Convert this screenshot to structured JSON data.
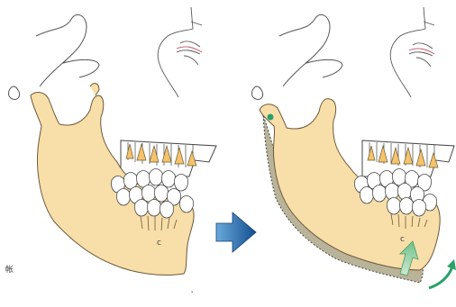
{
  "figure": {
    "corner_mark": "帐",
    "bottom_mark": "'",
    "tooth_mark_left": "c",
    "tooth_mark_right": "c",
    "colors": {
      "bone": "#f8dea8",
      "bone_outline": "#6b5a3a",
      "crown": "#f4c36a",
      "enamel": "#ffffff",
      "shadow": "#b9b39a",
      "transition_arrow": "#1d5f9e",
      "up_arrow": "#8fcfa0",
      "rotation_arrow": "#2aa06a",
      "pivot_dot": "#2aa06a"
    },
    "panels": [
      "before",
      "after"
    ],
    "icons": [
      "right-arrow-icon",
      "up-arrow-icon",
      "curved-rotation-arrow-icon",
      "pivot-dot-icon"
    ]
  }
}
